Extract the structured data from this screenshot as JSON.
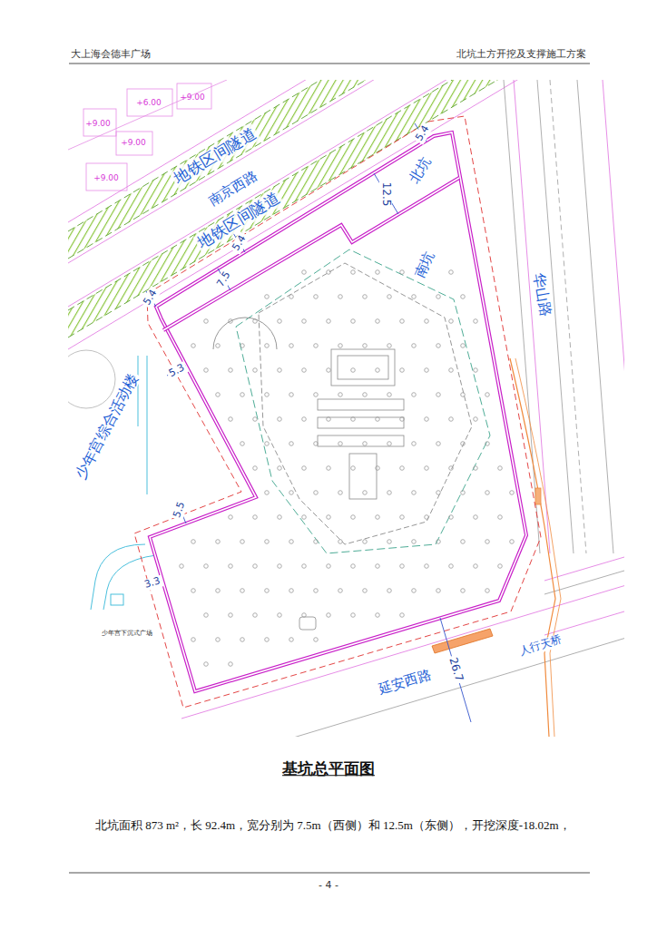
{
  "diagram": {
    "caption": "基坑总平面图",
    "labels": [
      "大上海会德丰广场",
      "北坑土方开挖及支撑施工方案",
      "+6.00",
      "+9.00",
      "+9.00",
      "+9.00",
      "+9.00",
      "地铁区间隧道",
      "南京西路",
      "5.4",
      "北坑",
      "12.5",
      "地铁区间隧道",
      "5.4",
      "7.5",
      "南坑",
      "5.4",
      "华山路",
      "5.3",
      "少年宫综合活动楼",
      "5.5",
      "3.3",
      "少年宫下沉式广场",
      "人行天桥",
      "26.7",
      "延安西路",
      "北坑面积 873 m²，长 92.4m，宽分别为 7.5m（西侧）和 12.5m（东侧），开挖深度-18.02m，",
      "- 4 -"
    ]
  }
}
